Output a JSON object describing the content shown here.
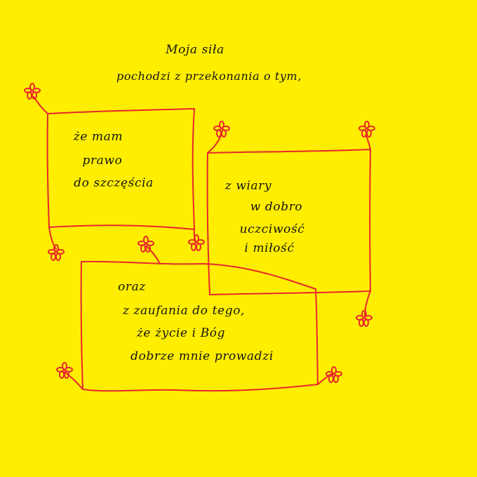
{
  "heading": {
    "line1": "Moja siła",
    "line2": "pochodzi z przekonania o tym,"
  },
  "box_happiness": {
    "line1": "że mam",
    "line2": "prawo",
    "line3": "do szczęścia"
  },
  "box_faith": {
    "line1": "z wiary",
    "line2": "w dobro",
    "line3": "uczciwość",
    "line4": "i miłość"
  },
  "box_trust": {
    "line1": "oraz",
    "line2": "z zaufania do tego,",
    "line3": "że życie i Bóg",
    "line4": "dobrze mnie prowadzi"
  },
  "colors": {
    "background": "#ffee00",
    "frame_and_flowers": "#e8282b",
    "ink": "#151515"
  },
  "decorations": [
    "flower-icon"
  ]
}
